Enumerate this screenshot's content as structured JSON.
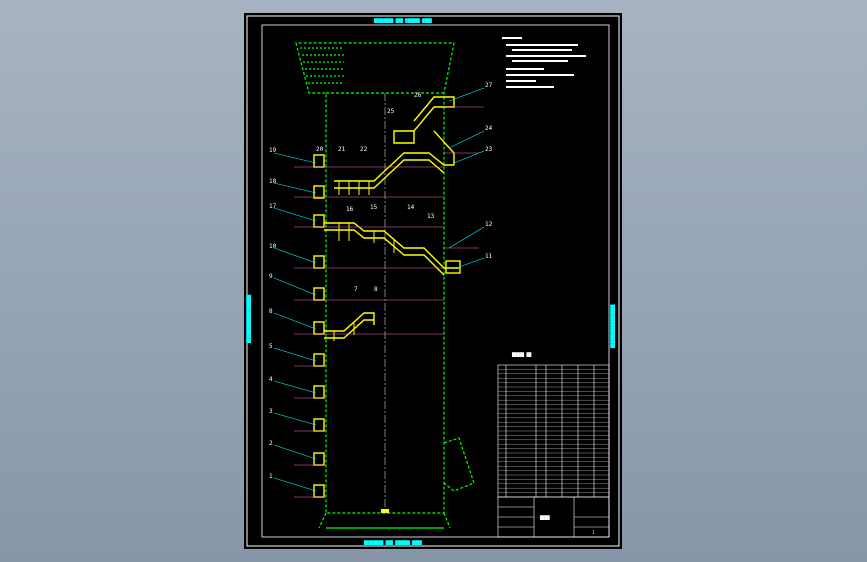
{
  "colors": {
    "background": "#93a1b3",
    "sheet": "#000000",
    "frame": "#ffffff",
    "stair": "#ffff00",
    "tower_outline": "#00ff00",
    "leader": "#00ffff",
    "level_line": "#ff66cc",
    "table_line": "#ffffff",
    "label": "#ffffff"
  },
  "sheet": {
    "border_top_text": "████████ ███ ██████ ████",
    "border_bottom_text": "████████ ███ ██████ ████",
    "left_margin_text": "████████████████████",
    "right_margin_text": "██████████████████"
  },
  "labels": {
    "left": [
      "19",
      "18",
      "17",
      "10",
      "9",
      "8",
      "5",
      "4",
      "3",
      "2",
      "1"
    ],
    "right": [
      "27",
      "24",
      "23",
      "12",
      "11"
    ],
    "middle": [
      "26",
      "25",
      "20",
      "21",
      "22",
      "16",
      "15",
      "14",
      "13",
      "7",
      "8"
    ]
  },
  "parts_table": {
    "title": "█████ ██"
  },
  "title_block": {
    "drawing_name": "████",
    "sheet_no": "1"
  }
}
